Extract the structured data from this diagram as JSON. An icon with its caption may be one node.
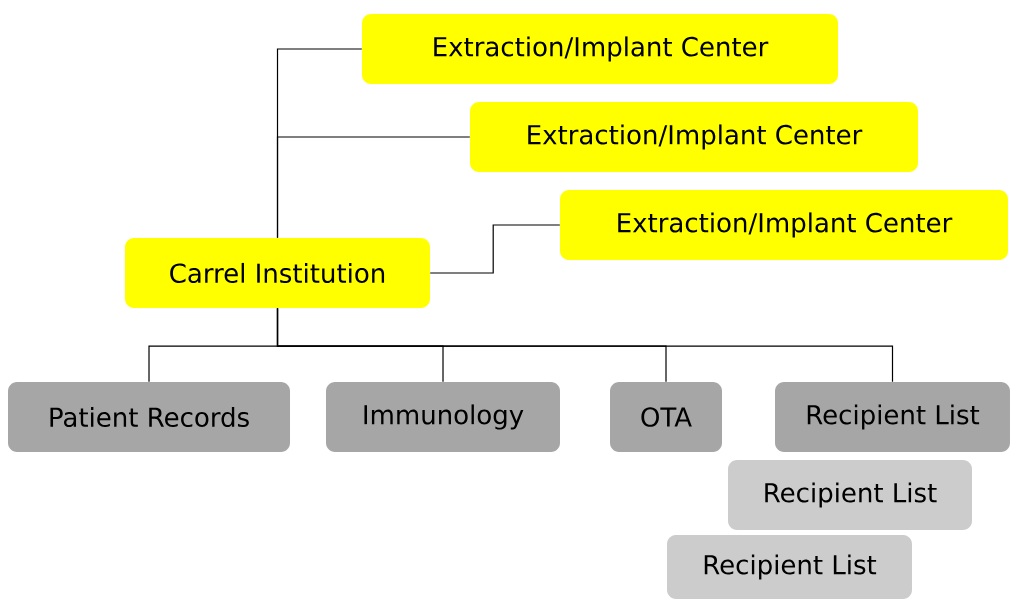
{
  "diagram": {
    "nodes": [
      {
        "text": [
          "Carrel Institution"
        ]
      },
      {
        "text": [
          "Extraction/Implant Center"
        ]
      },
      {
        "text": [
          "Extraction/Implant Center"
        ]
      },
      {
        "text": [
          "Extraction/Implant Center"
        ]
      },
      {
        "text": [
          "Patient Records"
        ]
      },
      {
        "text": [
          "Immunology"
        ]
      },
      {
        "text": [
          "OTA"
        ]
      },
      {
        "text": [
          "Recipient List"
        ]
      },
      {
        "text": [
          "Recipient List"
        ]
      },
      {
        "text": [
          "Recipient List"
        ]
      }
    ],
    "edges": [
      {
        "from": 0,
        "to": 1,
        "arrow": "none"
      },
      {
        "from": 0,
        "to": 2,
        "arrow": "none"
      },
      {
        "from": 0,
        "to": 3,
        "arrow": "none"
      },
      {
        "from": 0,
        "to": 4,
        "arrow": "none"
      },
      {
        "from": 0,
        "to": 5,
        "arrow": "none"
      },
      {
        "from": 0,
        "to": 6,
        "arrow": "none"
      },
      {
        "from": 0,
        "to": 7,
        "arrow": "none"
      }
    ]
  }
}
